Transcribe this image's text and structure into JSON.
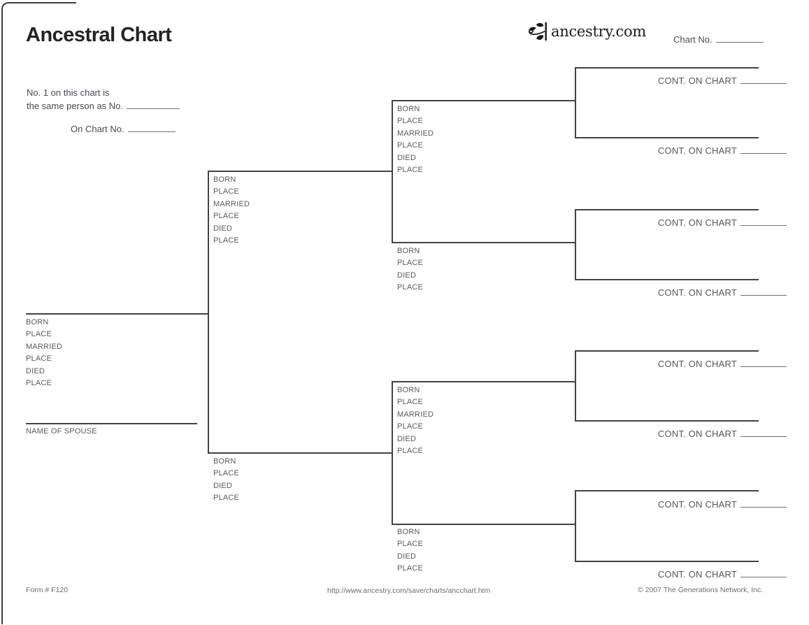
{
  "header": {
    "title": "Ancestral Chart",
    "logo_text": "ancestry.com",
    "chart_no_label": "Chart No."
  },
  "identity": {
    "line1": "No. 1 on this chart is",
    "line2": "the same person as No.",
    "line3": "On Chart No."
  },
  "field_labels": {
    "cont_on_chart": "CONT. ON CHART",
    "spouse": "NAME OF SPOUSE"
  },
  "person_blocks": {
    "person1": {
      "labels": [
        "BORN",
        "PLACE",
        "MARRIED",
        "PLACE",
        "DIED",
        "PLACE"
      ]
    },
    "father": {
      "labels": [
        "BORN",
        "PLACE",
        "MARRIED",
        "PLACE",
        "DIED",
        "PLACE"
      ]
    },
    "mother": {
      "labels": [
        "BORN",
        "PLACE",
        "DIED",
        "PLACE"
      ]
    },
    "pat_grandfather": {
      "labels": [
        "BORN",
        "PLACE",
        "MARRIED",
        "PLACE",
        "DIED",
        "PLACE"
      ]
    },
    "pat_grandmother": {
      "labels": [
        "BORN",
        "PLACE",
        "DIED",
        "PLACE"
      ]
    },
    "mat_grandfather": {
      "labels": [
        "BORN",
        "PLACE",
        "MARRIED",
        "PLACE",
        "DIED",
        "PLACE"
      ]
    },
    "mat_grandmother": {
      "labels": [
        "BORN",
        "PLACE",
        "DIED",
        "PLACE"
      ]
    }
  },
  "footer": {
    "form_number": "Form # F120",
    "url": "http://www.ancestry.com/save/charts/ancchart.htm",
    "copyright": "© 2007 The Generations Network, Inc."
  },
  "colors": {
    "line": "#424242",
    "label_text": "#595a5e",
    "title_text": "#232323",
    "footer_text": "#6b6c70"
  }
}
